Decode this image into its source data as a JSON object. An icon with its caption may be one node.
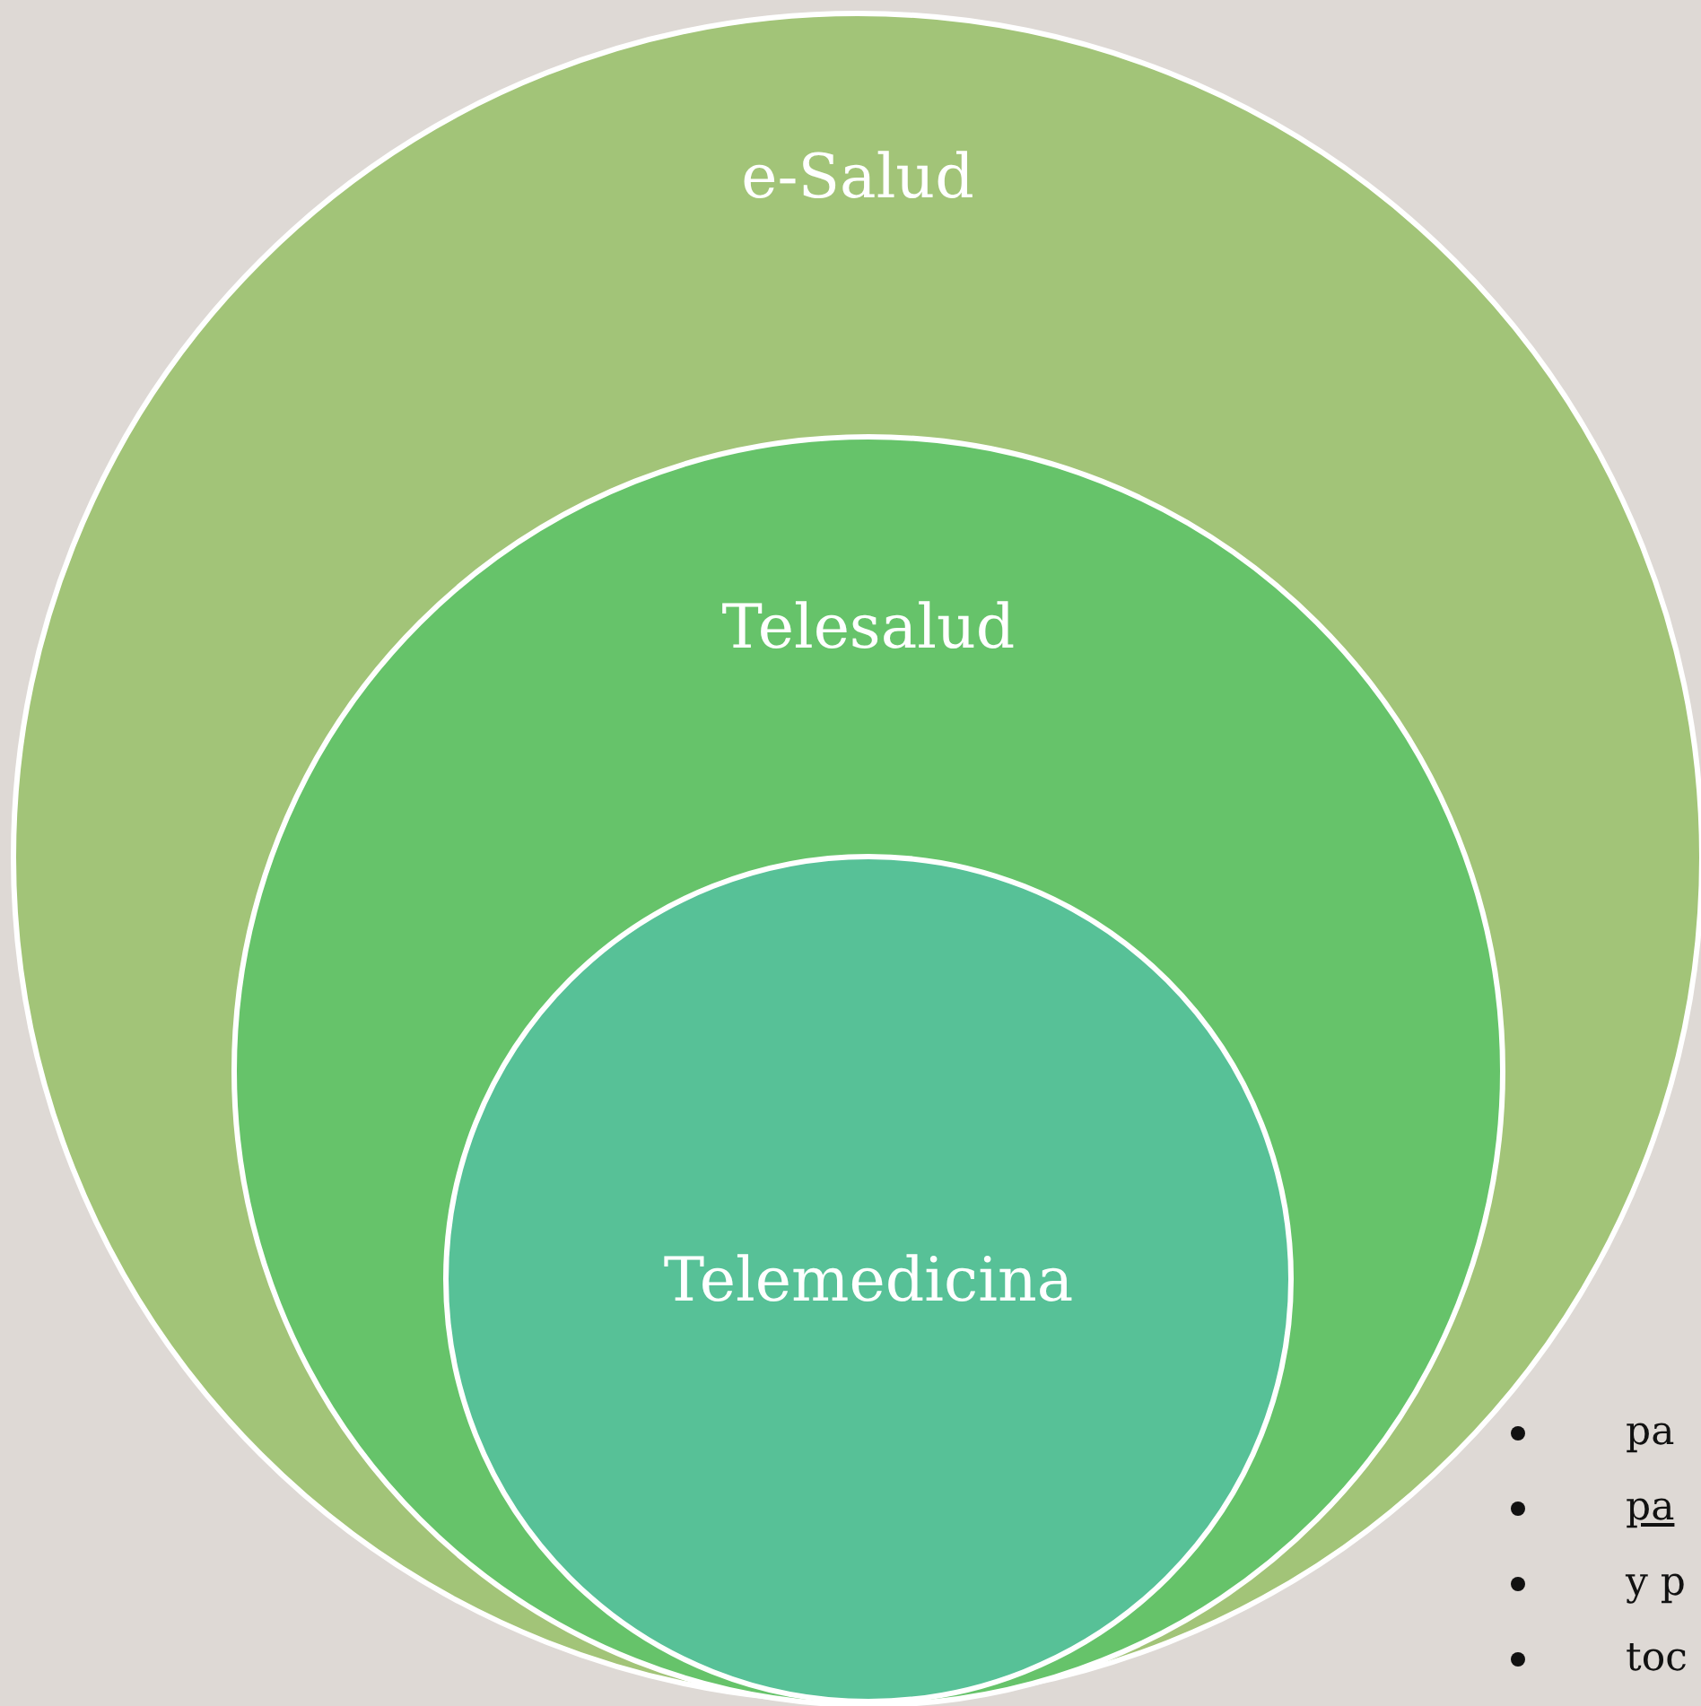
{
  "diagram": {
    "nodes": [
      {
        "text": [
          "e-Salud"
        ]
      },
      {
        "text": [
          "Telesalud"
        ],
        "in": 0
      },
      {
        "text": [
          "Telemedicina"
        ],
        "in": 1
      }
    ],
    "labels": [
      "pa",
      "pa",
      "y p",
      "toc"
    ]
  }
}
